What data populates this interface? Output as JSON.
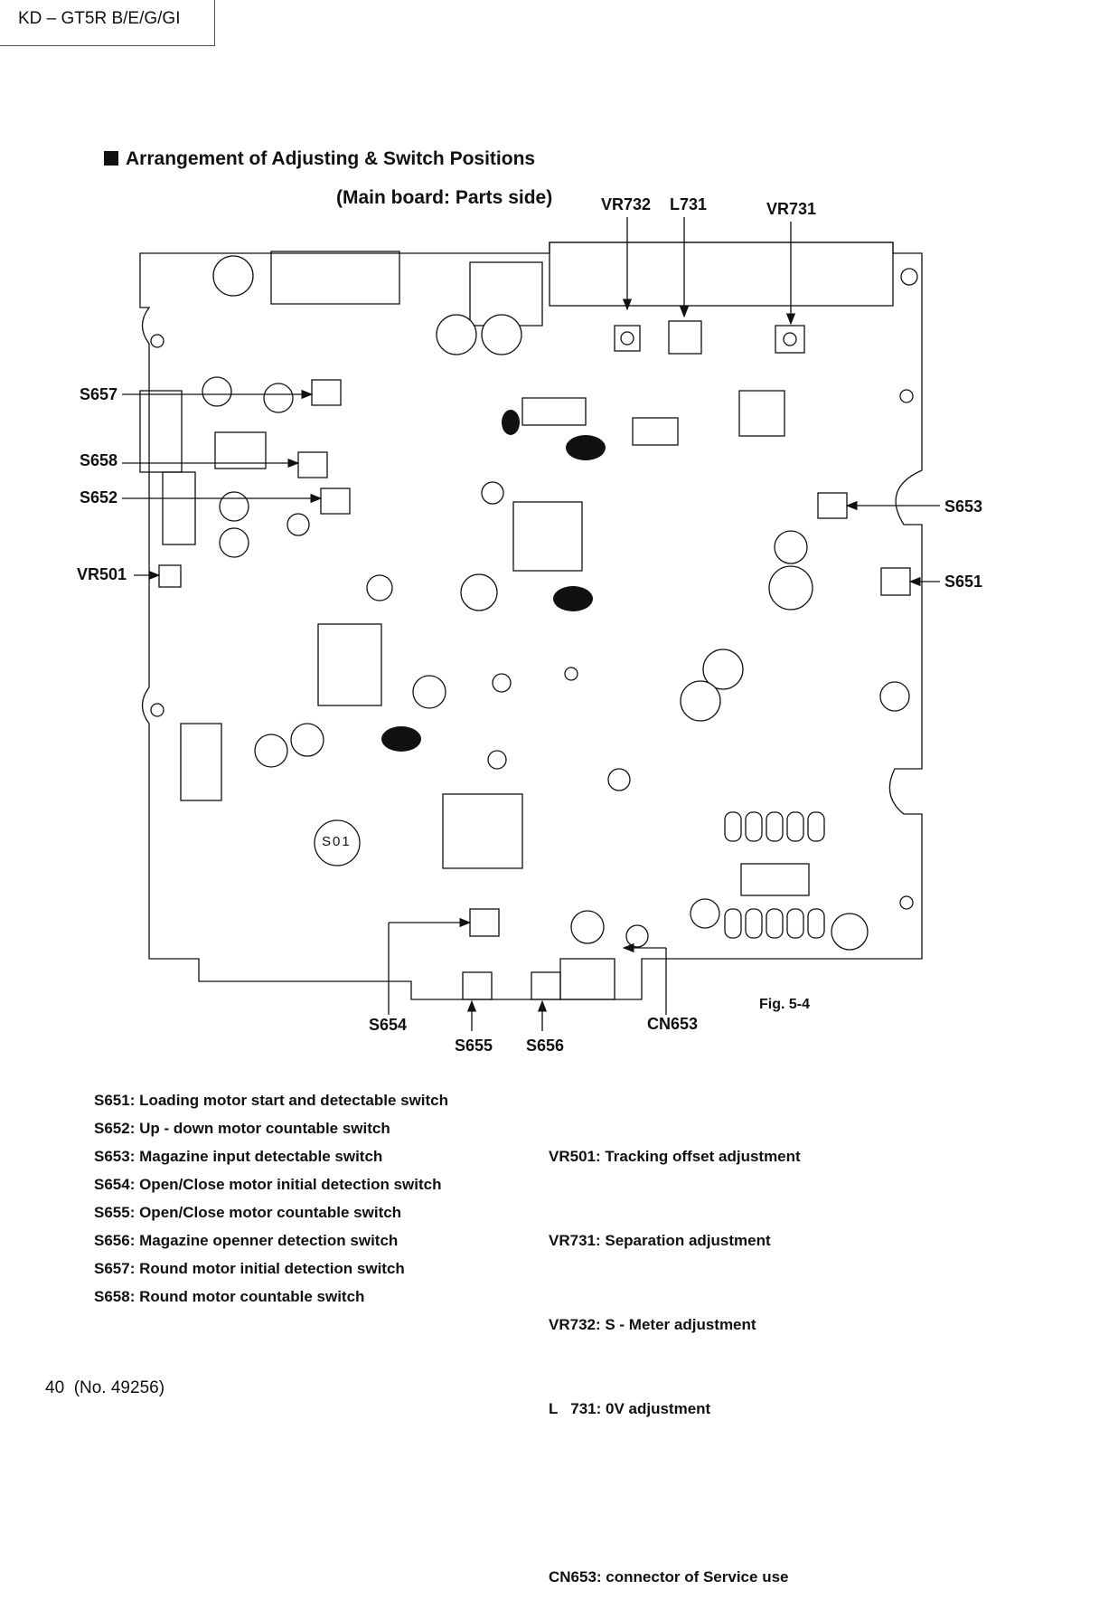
{
  "header": {
    "model": "KD – GT5R B/E/G/GI"
  },
  "title": "Arrangement of Adjusting & Switch Positions",
  "subtitle": "(Main board: Parts side)",
  "callouts": {
    "vr732": "VR732",
    "l731": "L731",
    "vr731": "VR731",
    "s657": "S657",
    "s658": "S658",
    "s652": "S652",
    "vr501": "VR501",
    "s653": "S653",
    "s651": "S651",
    "s654": "S654",
    "s655": "S655",
    "s656": "S656",
    "cn653": "CN653"
  },
  "board": {
    "marker": "S01",
    "figure": "Fig. 5-4"
  },
  "legend_left": [
    "S651: Loading motor start and detectable switch",
    "S652: Up - down motor countable switch",
    "S653: Magazine input detectable switch",
    "S654: Open/Close motor initial detection switch",
    "S655: Open/Close motor countable  switch",
    "S656: Magazine openner detection switch",
    "S657: Round motor initial detection switch",
    "S658: Round motor countable  switch"
  ],
  "legend_right": [
    "VR501: Tracking offset adjustment",
    "VR731: Separation adjustment",
    "VR732: S - Meter adjustment",
    "L   731: 0V adjustment",
    "",
    "CN653: connector of Service use"
  ],
  "footer": "40  (No. 49256)"
}
